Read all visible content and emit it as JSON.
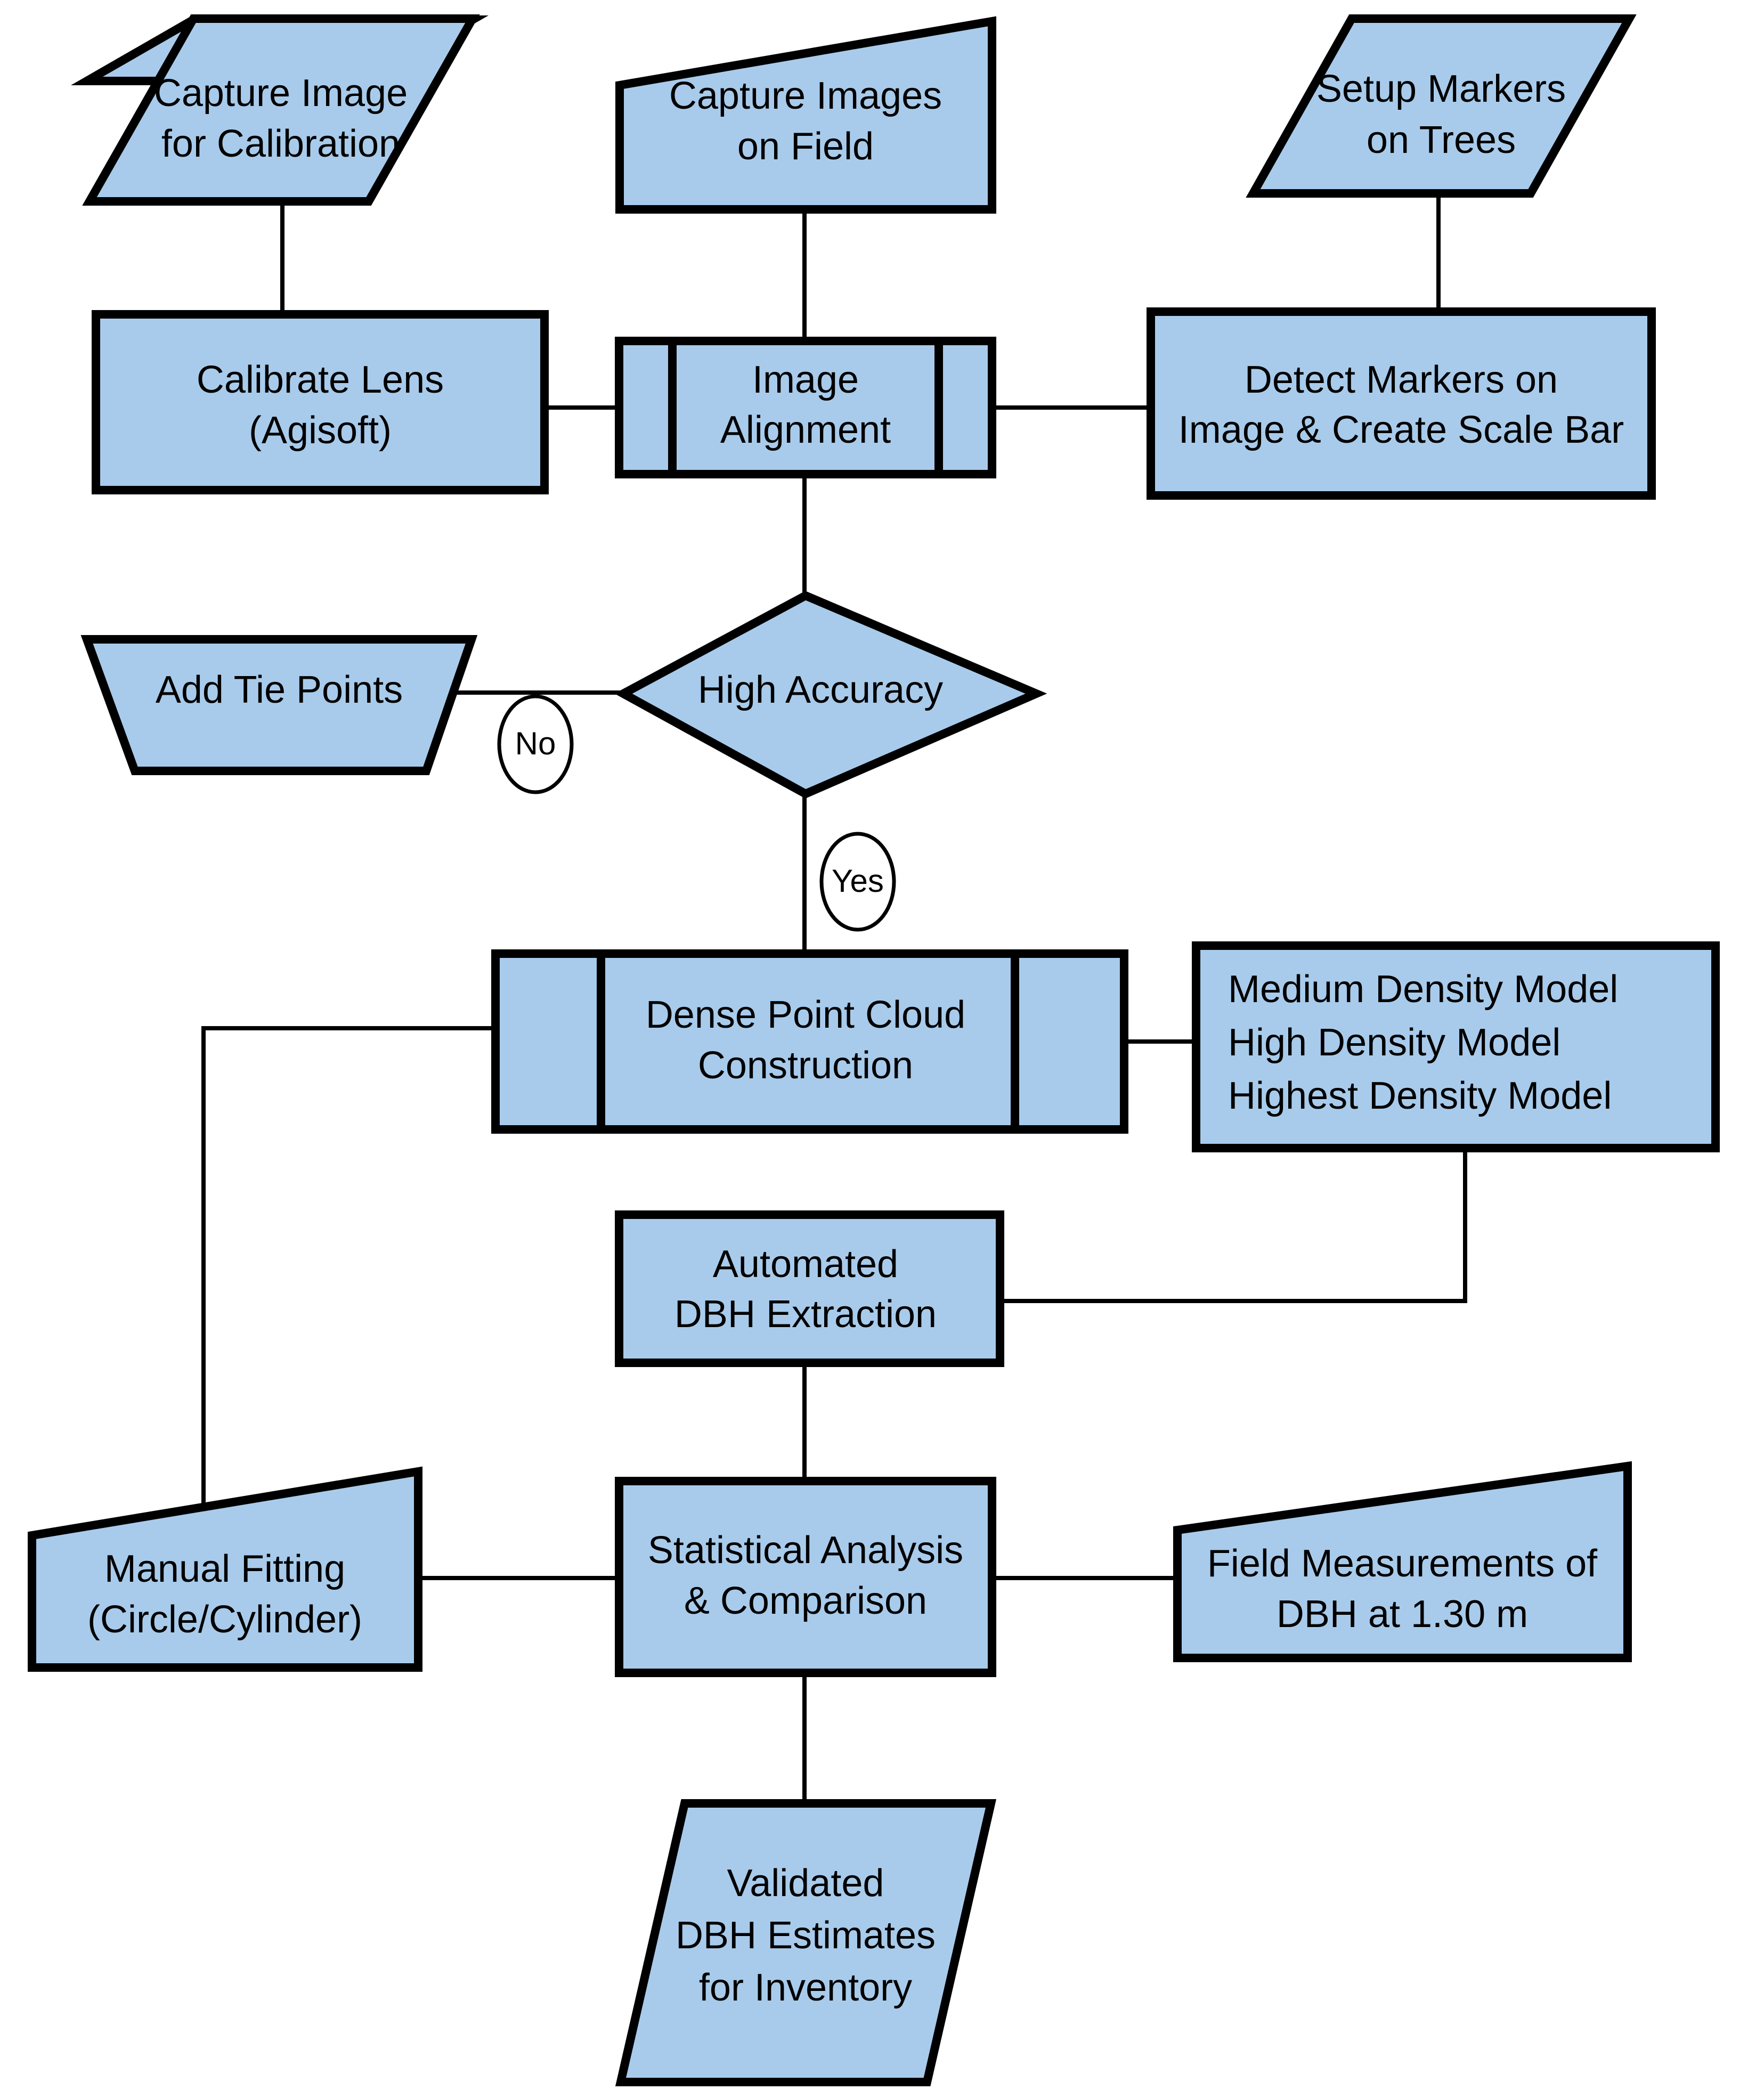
{
  "diagram": {
    "title": "Photogrammetric DBH Estimation Workflow",
    "colors": {
      "node_fill": "#a8cbeb",
      "node_stroke": "#000000",
      "connector": "#000000",
      "label_bubble_fill": "#ffffff",
      "background": "#ffffff"
    },
    "nodes": {
      "capture_image_calibration": {
        "shape": "parallelogram",
        "lines": [
          "Capture Image",
          "for Calibration"
        ]
      },
      "capture_images_field": {
        "shape": "manual-input-trapezoid",
        "lines": [
          "Capture Images",
          "on Field"
        ]
      },
      "setup_markers_trees": {
        "shape": "parallelogram",
        "lines": [
          "Setup Markers",
          "on Trees"
        ]
      },
      "calibrate_lens": {
        "shape": "rectangle",
        "lines": [
          "Calibrate Lens",
          "(Agisoft)"
        ]
      },
      "image_alignment": {
        "shape": "predefined-process",
        "lines": [
          "Image",
          "Alignment"
        ]
      },
      "detect_markers": {
        "shape": "rectangle",
        "lines": [
          "Detect Markers on",
          "Image & Create Scale Bar"
        ]
      },
      "add_tie_points": {
        "shape": "trapezoid",
        "lines": [
          "Add Tie Points"
        ]
      },
      "high_accuracy": {
        "shape": "diamond",
        "lines": [
          "High Accuracy"
        ]
      },
      "dense_point_cloud": {
        "shape": "predefined-process",
        "lines": [
          "Dense Point Cloud",
          "Construction"
        ]
      },
      "density_models": {
        "shape": "rectangle",
        "lines": [
          "Medium Density Model",
          "High Density Model",
          "Highest Density Model"
        ]
      },
      "automated_dbh": {
        "shape": "rectangle",
        "lines": [
          "Automated",
          "DBH Extraction"
        ]
      },
      "manual_fitting": {
        "shape": "manual-input-trapezoid",
        "lines": [
          "Manual Fitting",
          "(Circle/Cylinder)"
        ]
      },
      "statistical_analysis": {
        "shape": "rectangle",
        "lines": [
          "Statistical Analysis",
          "& Comparison"
        ]
      },
      "field_measurements": {
        "shape": "manual-input-trapezoid",
        "lines": [
          "Field Measurements of",
          "DBH at 1.30 m"
        ]
      },
      "validated_dbh": {
        "shape": "parallelogram",
        "lines": [
          "Validated",
          "DBH Estimates",
          "for Inventory"
        ]
      }
    },
    "edge_labels": {
      "no": "No",
      "yes": "Yes"
    }
  }
}
